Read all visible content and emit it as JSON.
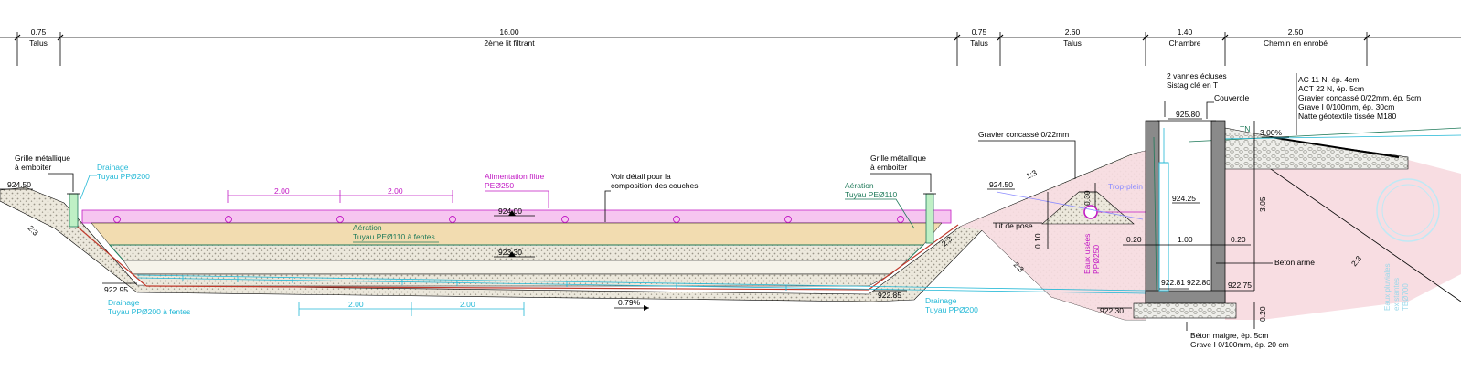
{
  "dims_top": [
    {
      "value": "0.75",
      "label": "Talus"
    },
    {
      "value": "16.00",
      "label": "2ème lit filtrant"
    },
    {
      "value": "0.75",
      "label": "Talus"
    },
    {
      "value": "2.60",
      "label": "Talus"
    },
    {
      "value": "1.40",
      "label": "Chambre"
    },
    {
      "value": "2.50",
      "label": "Chemin en enrobé"
    }
  ],
  "left": {
    "grille_line1": "Grille métallique",
    "grille_line2": "à emboiter",
    "drain_line1": "Drainage",
    "drain_line2": "Tuyau PPØ200",
    "elev_left": "924.50",
    "slope_left": "2:3",
    "elev_bottom_left": "922.95",
    "drain_bottom_line1": "Drainage",
    "drain_bottom_line2": "Tuyau PPØ200 à fentes"
  },
  "bed": {
    "dim_a": "2.00",
    "dim_b": "2.00",
    "alim_line1": "Alimentation filtre",
    "alim_line2": "PEØ250",
    "voir_line1": "Voir détail pour la",
    "voir_line2": "composition des couches",
    "elev_top": "924.00",
    "aer_line1": "Aération",
    "aer_line2": "Tuyau PEØ110 à fentes",
    "elev_mid": "923.30",
    "dim_c": "2.00",
    "dim_d": "2.00",
    "slope_bottom": "0.79%"
  },
  "right_bed": {
    "grille_line1": "Grille métallique",
    "grille_line2": "à emboiter",
    "aer_line1": "Aération",
    "aer_line2": "Tuyau PEØ110",
    "slope_right": "2:3",
    "elev_bottom_right": "922.85",
    "drain_line1": "Drainage",
    "drain_line2": "Tuyau PPØ200"
  },
  "embankment": {
    "gravier": "Gravier concassé 0/22mm",
    "elev": "924.50",
    "slope_top": "1:3",
    "dim_030": "0.30",
    "trop_plein": "Trop-plein",
    "lit_de_pose": "Lit de pose",
    "dim_010": "0.10",
    "slope_mid": "2:3",
    "eaux_usees_line1": "Eaux usées",
    "eaux_usees_line2": "PPØ250",
    "elev_bottom": "922.30"
  },
  "chamber": {
    "vannes_line1": "2 vannes écluses",
    "vannes_line2": "Sistag clé en T",
    "couvercle": "Couvercle",
    "elev_top": "925.80",
    "elev_pipe": "924.25",
    "dim_020_left": "0.20",
    "dim_100": "1.00",
    "dim_020_right": "0.20",
    "dim_305": "3.05",
    "beton_arme": "Béton armé",
    "elev_inv1": "922.81",
    "elev_inv2": "922.80",
    "elev_base": "922.75",
    "dim_020_bottom": "0.20",
    "maigre_line1": "Béton maigre, ép. 5cm",
    "maigre_line2": "Grave I 0/100mm, ép. 20 cm"
  },
  "road": {
    "layer1": "AC 11 N, ép. 4cm",
    "layer2": "ACT 22 N, ép. 5cm",
    "layer3": "Gravier concassé 0/22mm, ép. 5cm",
    "layer4": "Grave I 0/100mm, ép. 30cm",
    "layer5": "Natte géotextile tissée M180",
    "tn": "TN",
    "slope_road": "3.00%",
    "slope_right": "2:3",
    "pluv_line1": "Eaux pluviales",
    "pluv_line2": "existantes",
    "pluv_line3": "TBØ700"
  },
  "colors": {
    "cyan": "#22b8d6",
    "magenta": "#c21ac4",
    "green": "#1f7a5a",
    "red": "#c0392b",
    "pink_fill": "#f8dde2",
    "beige_fill": "#f2dcb0",
    "magenta_fill": "#f6c5f0",
    "concrete": "#8a8a8a"
  }
}
